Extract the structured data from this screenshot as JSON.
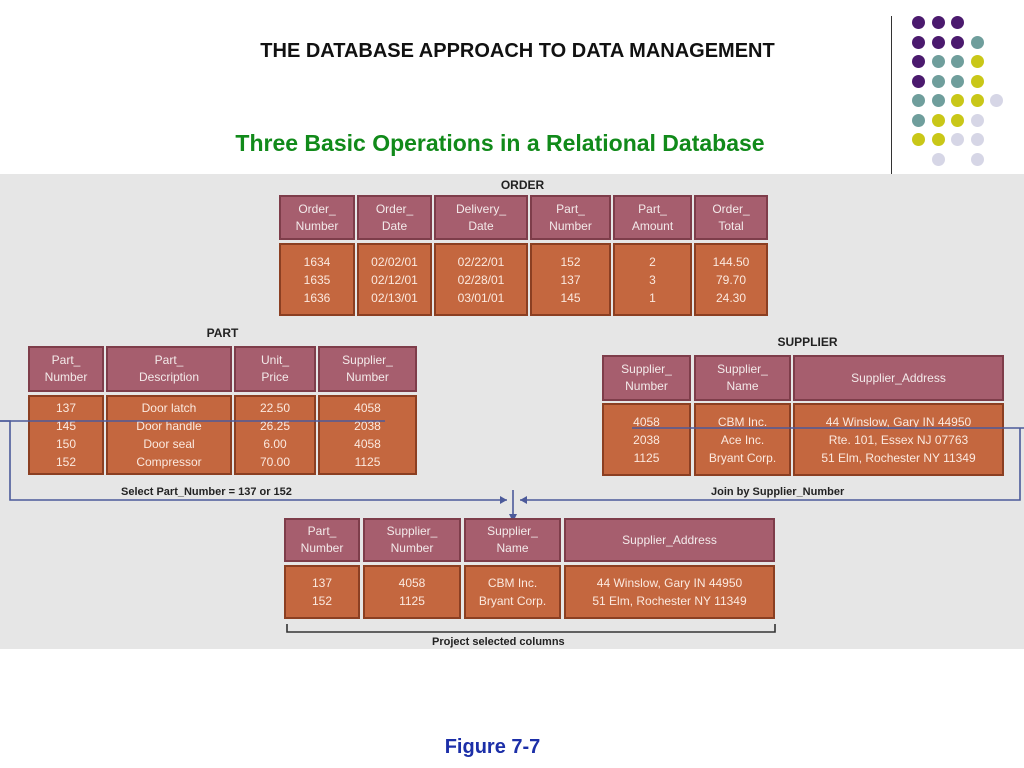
{
  "header": {
    "title": "THE DATABASE APPROACH TO DATA MANAGEMENT",
    "subtitle": "Three Basic Operations in a Relational Database"
  },
  "decoration": {
    "colors": {
      "purple": "#4b1a6e",
      "teal": "#6f9e9c",
      "yellow": "#c9c718",
      "lavender": "#d6d6e6"
    }
  },
  "order_table": {
    "label": "ORDER",
    "headers": [
      "Order_\nNumber",
      "Order_\nDate",
      "Delivery_\nDate",
      "Part_\nNumber",
      "Part_\nAmount",
      "Order_\nTotal"
    ],
    "columns": [
      "1634\n1635\n1636",
      "02/02/01\n02/12/01\n02/13/01",
      "02/22/01\n02/28/01\n03/01/01",
      "152\n137\n145",
      "2\n3\n1",
      "144.50\n79.70\n24.30"
    ]
  },
  "part_table": {
    "label": "PART",
    "headers": [
      "Part_\nNumber",
      "Part_\nDescription",
      "Unit_\nPrice",
      "Supplier_\nNumber"
    ],
    "columns": [
      "137\n145\n150\n152",
      "Door latch\nDoor handle\nDoor seal\nCompressor",
      "22.50\n26.25\n6.00\n70.00",
      "4058\n2038\n4058\n1125"
    ]
  },
  "supplier_table": {
    "label": "SUPPLIER",
    "headers": [
      "Supplier_\nNumber",
      "Supplier_\nName",
      "Supplier_Address"
    ],
    "columns": [
      "4058\n2038\n1125",
      "CBM Inc.\nAce Inc.\nBryant Corp.",
      "44 Winslow, Gary IN   44950\nRte. 101, Essex  NJ   07763\n51 Elm, Rochester  NY   11349"
    ]
  },
  "result_table": {
    "headers": [
      "Part_\nNumber",
      "Supplier_\nNumber",
      "Supplier_\nName",
      "Supplier_Address"
    ],
    "columns": [
      "137\n152",
      "4058\n1125",
      "CBM Inc.\nBryant Corp.",
      "44 Winslow, Gary IN   44950\n51 Elm, Rochester  NY   11349"
    ]
  },
  "operations": {
    "select": "Select Part_Number = 137 or 152",
    "join": "Join by Supplier_Number",
    "project": "Project selected columns"
  },
  "footer": {
    "figure": "Figure 7-7"
  }
}
